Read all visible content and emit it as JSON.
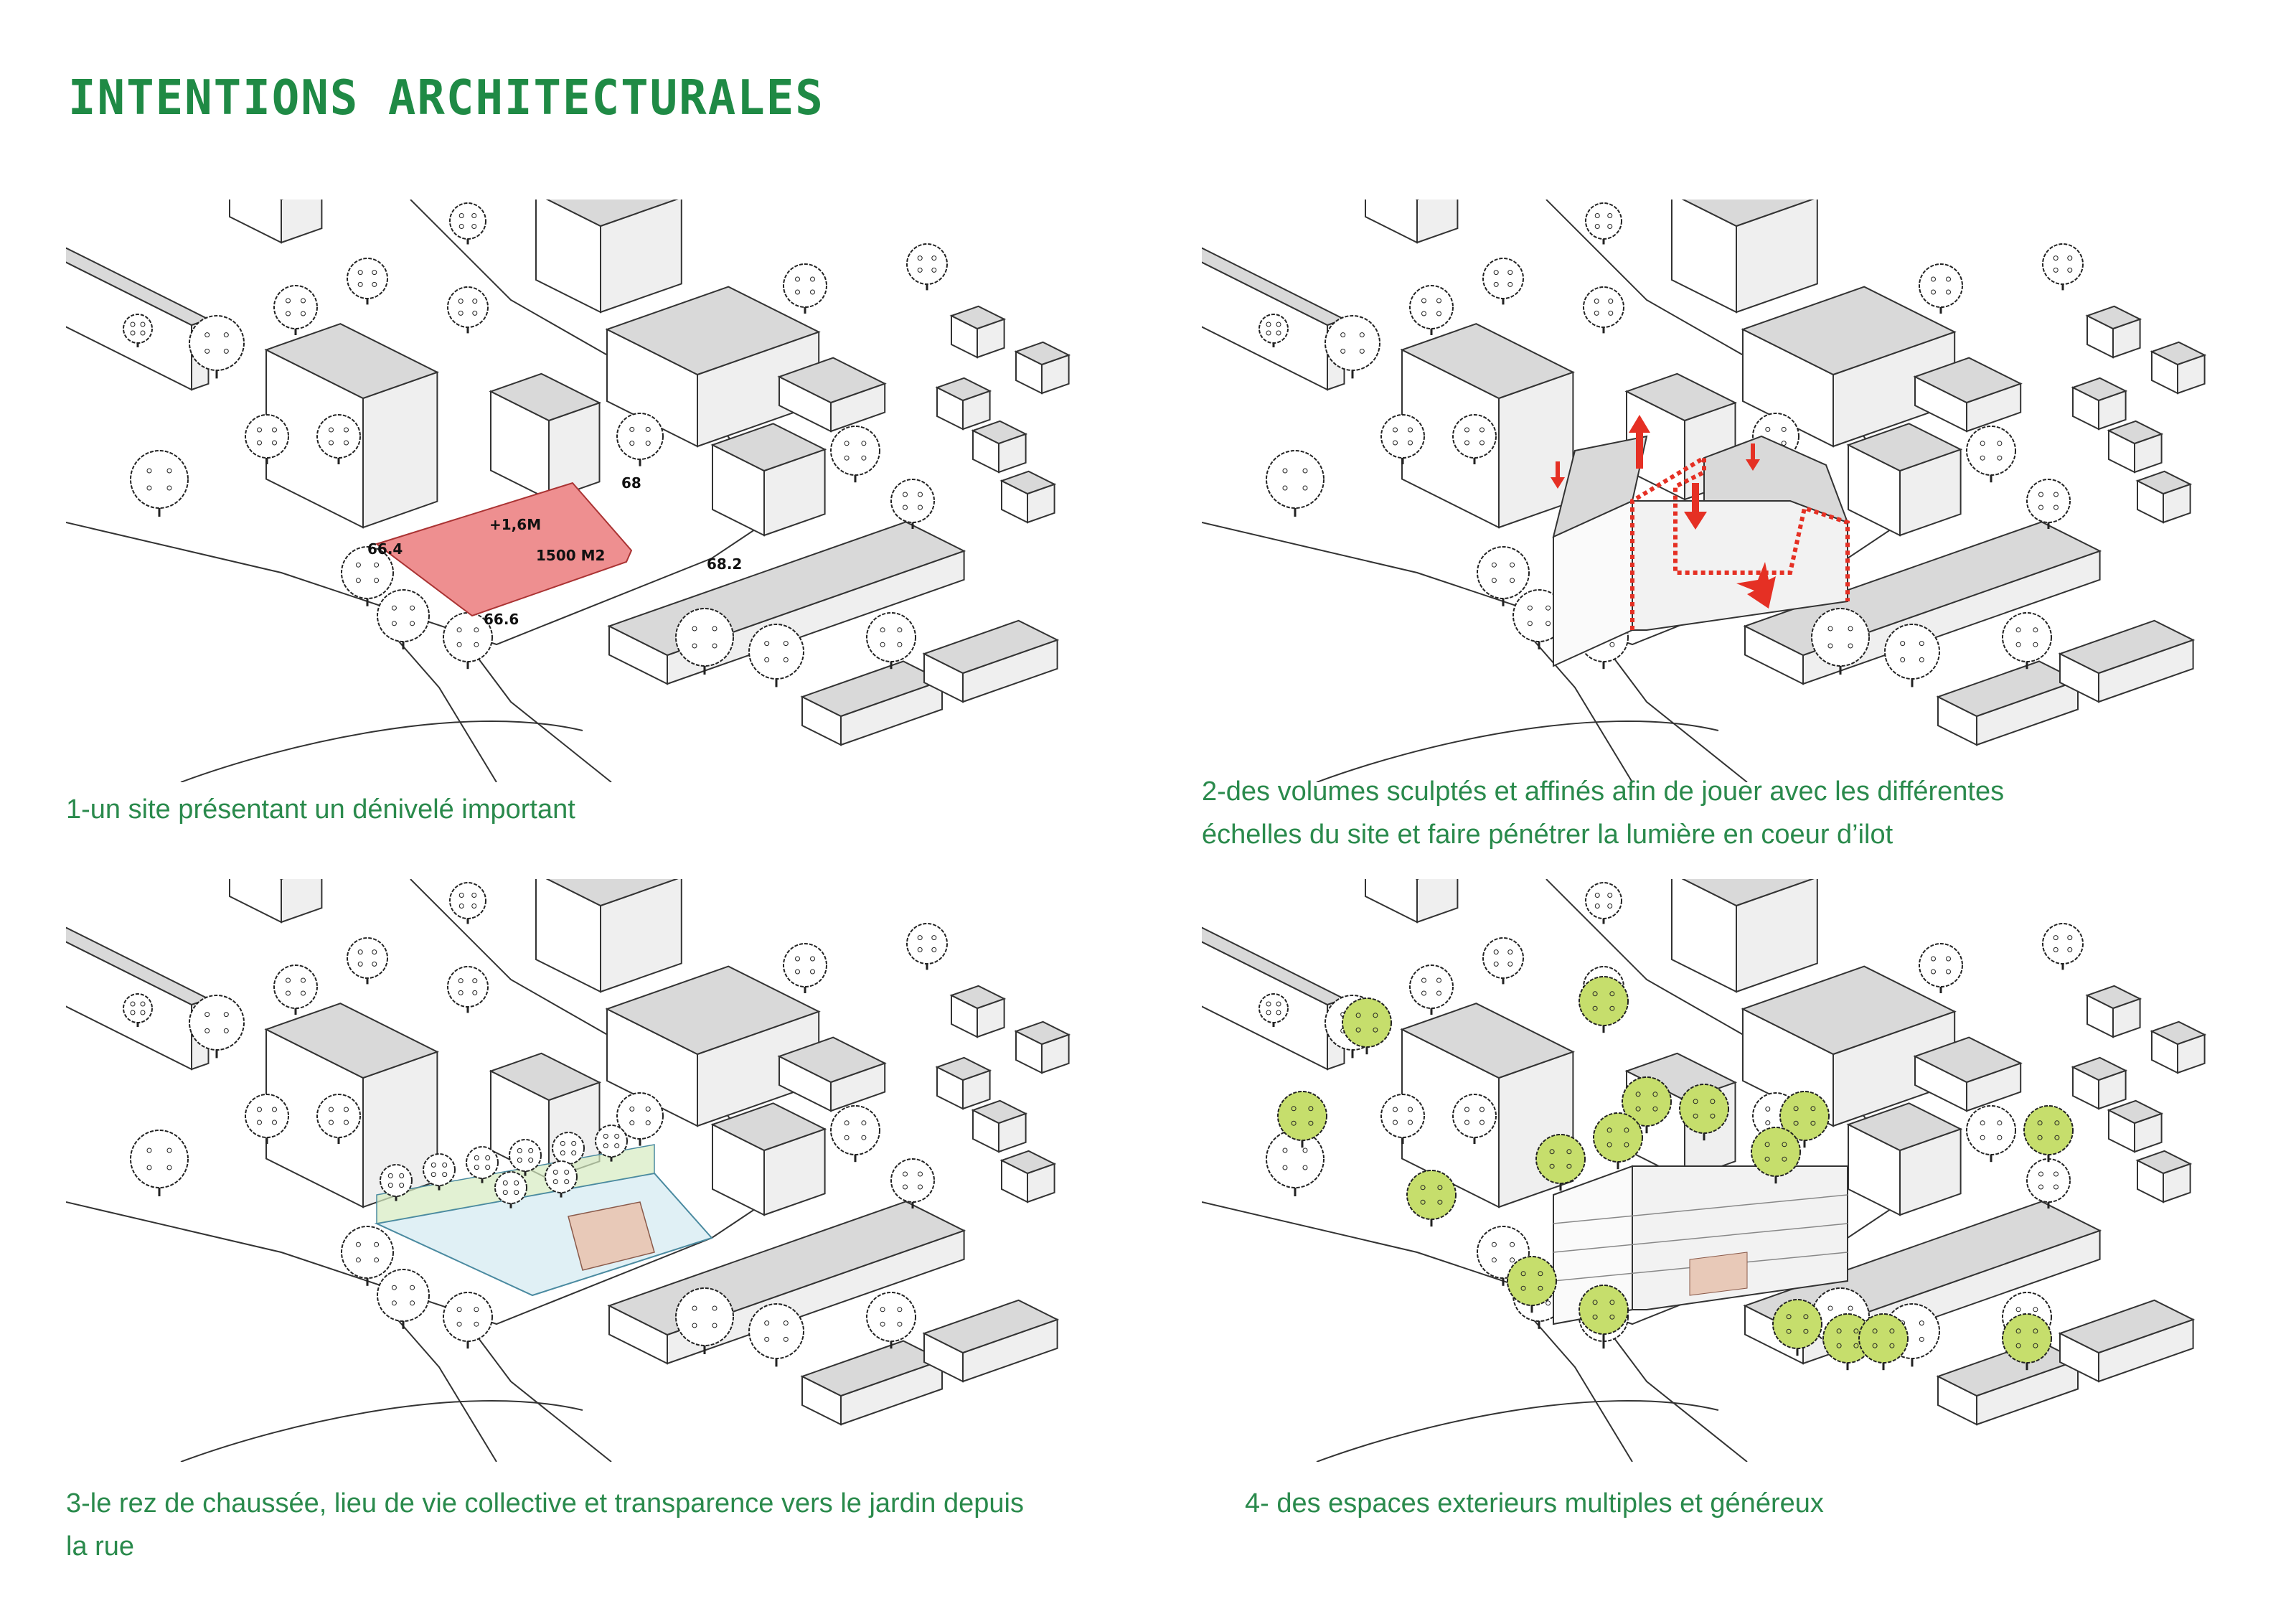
{
  "title": "INTENTIONS ARCHITECTURALES",
  "colors": {
    "accent_green": "#1f8a45",
    "site_pink": "#ee8f90",
    "arrow_red": "#e53024",
    "tree_green": "#c6de6c"
  },
  "panels": [
    {
      "caption": "1-un site présentant un dénivelé important",
      "labels": {
        "area": "1500 M2",
        "height_diff": "+1,6M",
        "level_top": "68",
        "level_left": "66.4",
        "level_right": "68.2",
        "level_bottom": "66.6"
      }
    },
    {
      "caption_line1": "2-des volumes sculptés et affinés afin de jouer avec les différentes",
      "caption_line2": "échelles du site et faire pénétrer la lumière en coeur d’ilot"
    },
    {
      "caption_line1": "3-le rez de chaussée, lieu de vie collective et transparence vers le jardin depuis",
      "caption_line2": "la rue"
    },
    {
      "caption": "4- des espaces exterieurs multiples et généreux"
    }
  ]
}
